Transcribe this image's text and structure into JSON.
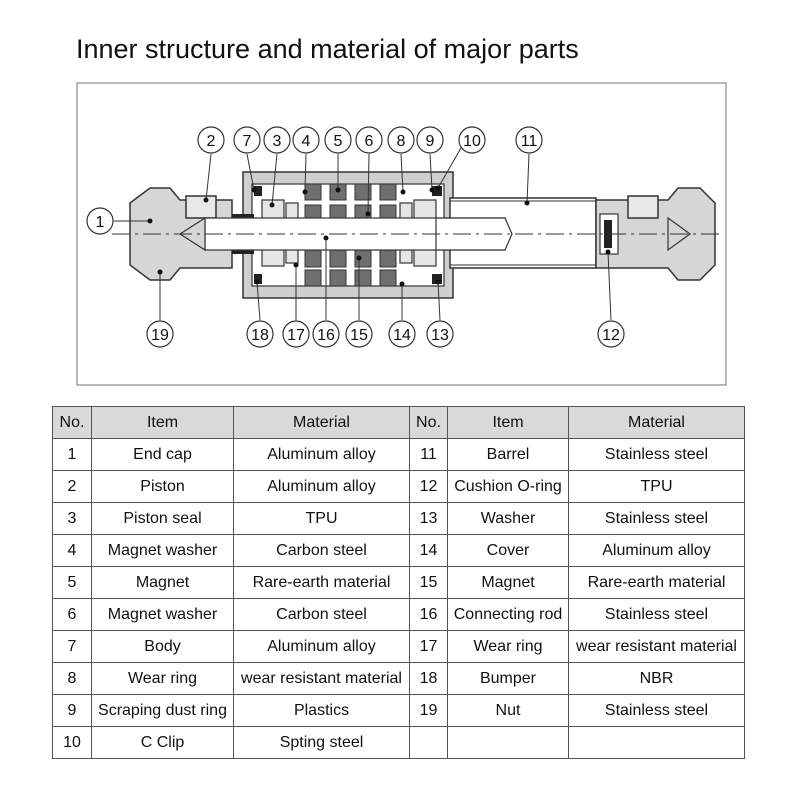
{
  "title": "Inner structure and material of major parts",
  "callouts": [
    "1",
    "2",
    "3",
    "4",
    "5",
    "6",
    "7",
    "8",
    "9",
    "10",
    "11",
    "12",
    "13",
    "14",
    "15",
    "16",
    "17",
    "18",
    "19"
  ],
  "table": {
    "headers": [
      "No.",
      "Item",
      "Material",
      "No.",
      "Item",
      "Material"
    ],
    "rows": [
      [
        "1",
        "End cap",
        "Aluminum alloy",
        "11",
        "Barrel",
        "Stainless steel"
      ],
      [
        "2",
        "Piston",
        "Aluminum alloy",
        "12",
        "Cushion O-ring",
        "TPU"
      ],
      [
        "3",
        "Piston seal",
        "TPU",
        "13",
        "Washer",
        "Stainless steel"
      ],
      [
        "4",
        "Magnet washer",
        "Carbon steel",
        "14",
        "Cover",
        "Aluminum alloy"
      ],
      [
        "5",
        "Magnet",
        "Rare-earth material",
        "15",
        "Magnet",
        "Rare-earth material"
      ],
      [
        "6",
        "Magnet washer",
        "Carbon steel",
        "16",
        "Connecting rod",
        "Stainless steel"
      ],
      [
        "7",
        "Body",
        "Aluminum alloy",
        "17",
        "Wear ring",
        "wear resistant material"
      ],
      [
        "8",
        "Wear ring",
        "wear resistant material",
        "18",
        "Bumper",
        "NBR"
      ],
      [
        "9",
        "Scraping dust ring",
        "Plastics",
        "19",
        "Nut",
        "Stainless steel"
      ],
      [
        "10",
        "C Clip",
        "Spting steel",
        "",
        "",
        ""
      ]
    ]
  }
}
